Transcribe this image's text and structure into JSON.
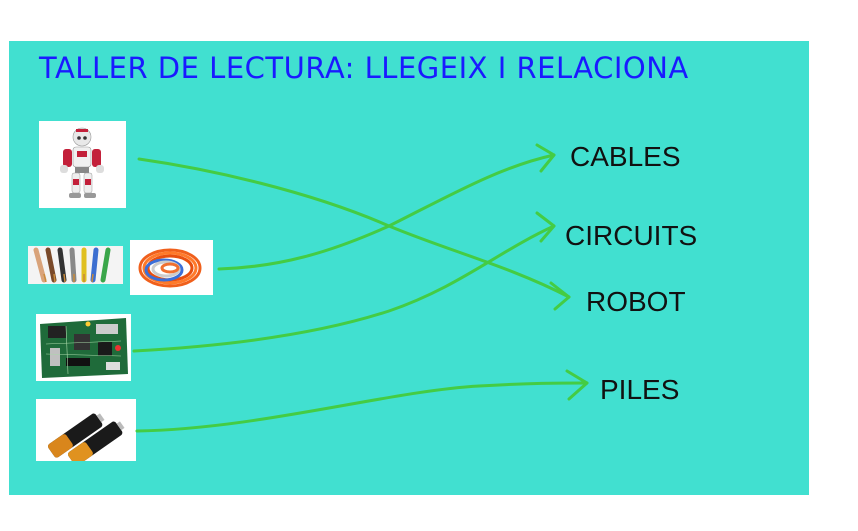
{
  "title": "TALLER DE LECTURA: LLEGEIX I RELACIONA",
  "words": [
    "CABLES",
    "CIRCUITS",
    "ROBOT",
    "PILES"
  ],
  "pictures": [
    "robot-picture",
    "cables-picture",
    "cable-coil-picture",
    "circuit-board-picture",
    "batteries-picture"
  ],
  "colors": {
    "background": "#41e0d0",
    "title": "#1a1aff",
    "line": "#44cc44"
  }
}
